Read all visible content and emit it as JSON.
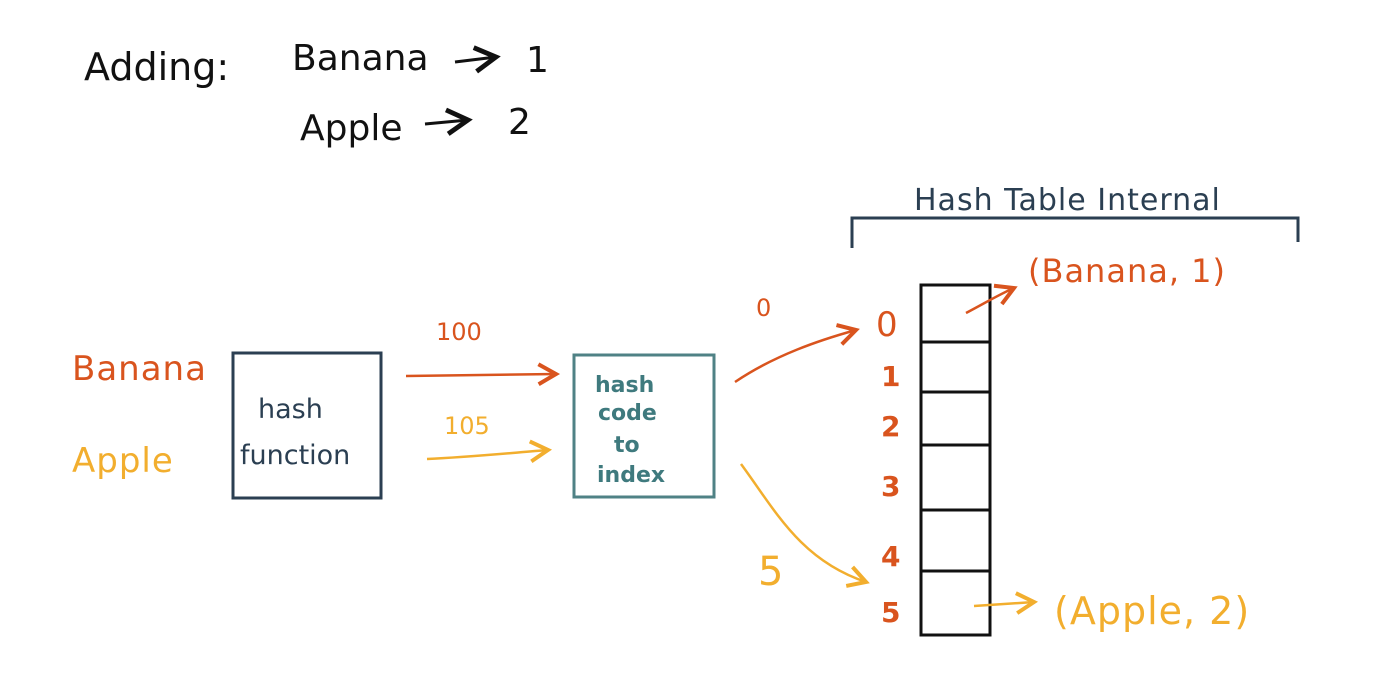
{
  "header": {
    "adding_label": "Adding:",
    "pairs": [
      {
        "key": "Banana",
        "value": "1"
      },
      {
        "key": "Apple",
        "value": "2"
      }
    ]
  },
  "inputs": [
    "Banana",
    "Apple"
  ],
  "hash_function_box": {
    "line1": "hash",
    "line2": "function"
  },
  "index_box": {
    "line1": "hash",
    "line2": "code",
    "line3": "to",
    "line4": "index"
  },
  "hash_codes": {
    "banana": "100",
    "apple": "105"
  },
  "indices": {
    "banana": "0",
    "apple": "5"
  },
  "table": {
    "caption": "Hash Table Internal",
    "index_labels": [
      "0",
      "1",
      "2",
      "3",
      "4",
      "5"
    ]
  },
  "entries": {
    "banana": "(Banana, 1)",
    "apple": "(Apple, 2)"
  },
  "colors": {
    "banana": "#d9541e",
    "apple": "#f2ae2e",
    "ink": "#2b3f52",
    "teal": "#4f8285",
    "black": "#111111"
  }
}
